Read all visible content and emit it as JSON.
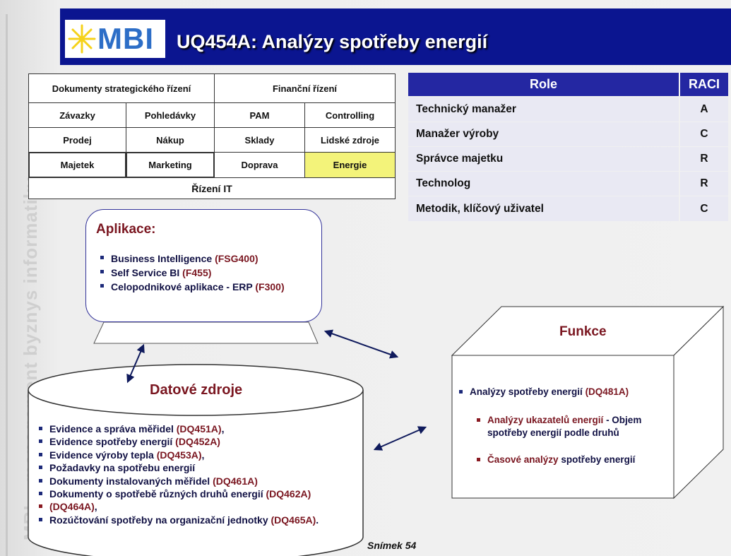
{
  "header": {
    "logo_text": "MBI",
    "title": "UQ454A: Analýzy spotřeby energií"
  },
  "vertical_caption": "MBI – management byznys informatiky",
  "modules": {
    "row1": [
      "Dokumenty strategického řízení",
      "Finanční řízení"
    ],
    "row2": [
      "Závazky",
      "Pohledávky",
      "PAM",
      "Controlling"
    ],
    "row3": [
      "Prodej",
      "Nákup",
      "Sklady",
      "Lidské zdroje"
    ],
    "row4": [
      "Majetek",
      "Marketing",
      "Doprava",
      "Energie"
    ],
    "row5": [
      "Řízení IT"
    ],
    "highlight_color": "#f3f37a"
  },
  "raci": {
    "headers": [
      "Role",
      "RACI"
    ],
    "rows": [
      {
        "role": "Technický manažer",
        "raci": "A"
      },
      {
        "role": "Manažer výroby",
        "raci": "C"
      },
      {
        "role": "Správce majetku",
        "raci": "R"
      },
      {
        "role": "Technolog",
        "raci": "R"
      },
      {
        "role": "Metodik, klíčový uživatel",
        "raci": "C"
      }
    ],
    "header_color": "#2427a2"
  },
  "aplikace": {
    "title": "Aplikace:",
    "items": [
      {
        "text": "Business Intelligence ",
        "code": "(FSG400)"
      },
      {
        "text": "Self Service BI ",
        "code": "(F455)"
      },
      {
        "text": "Celopodnikové aplikace - ERP ",
        "code": "(F300)"
      }
    ]
  },
  "funkce": {
    "title": "Funkce",
    "main": {
      "text": "Analýzy  spotřeby energií ",
      "code": "(DQ481A)"
    },
    "sub": [
      {
        "red": "Analýzy  ukazatelů energií",
        "rest": " - Objem",
        "line2": "spotřeby energií podle druhů"
      },
      {
        "red": "Časové analýzy",
        "rest": " spotřeby energií",
        "line2": ""
      }
    ]
  },
  "datove_zdroje": {
    "title": "Datové zdroje",
    "items": [
      {
        "text": "Evidence a správa měřidel ",
        "code": "(DQ451A)",
        "tail": ",",
        "bullet": "navy"
      },
      {
        "text": "Evidence spotřeby energií ",
        "code": "(DQ452A)",
        "tail": "",
        "bullet": "navy"
      },
      {
        "text": "Evidence výroby tepla ",
        "code": "(DQ453A)",
        "tail": ",",
        "bullet": "navy"
      },
      {
        "text": "Požadavky na spotřebu energií",
        "code": "",
        "tail": "",
        "bullet": "navy"
      },
      {
        "text": "Dokumenty instalovaných měřidel ",
        "code": "(DQ461A)",
        "tail": "",
        "bullet": "navy"
      },
      {
        "text": "Dokumenty o spotřebě různých druhů energií ",
        "code": "(DQ462A)",
        "tail": "",
        "bullet": "navy"
      },
      {
        "text": "",
        "code": "(DQ464A)",
        "tail": ",",
        "bullet": "red"
      },
      {
        "text": "Rozúčtování spotřeby na organizační jednotky ",
        "code": "(DQ465A)",
        "tail": ".",
        "bullet": "navy"
      }
    ]
  },
  "footer": {
    "slide_label": "Snímek  54"
  },
  "colors": {
    "header_bar": "#0b1590",
    "accent_red": "#7a1620",
    "navy_text": "#111144"
  }
}
